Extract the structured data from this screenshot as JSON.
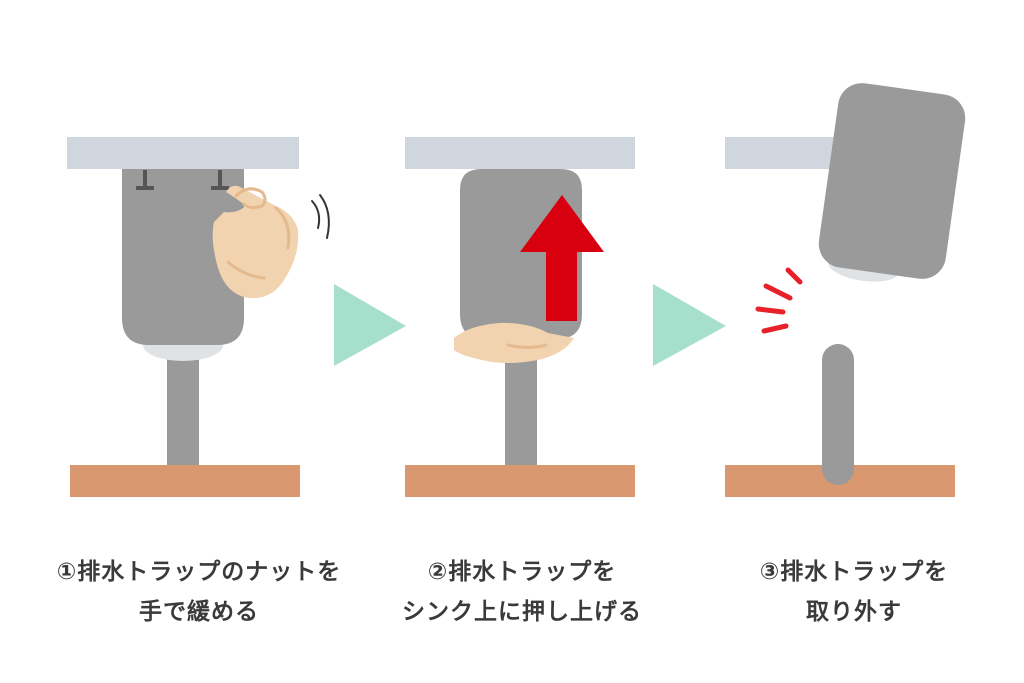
{
  "steps": [
    {
      "caption_line1": "①排水トラップのナットを",
      "caption_line2": "手で緩める"
    },
    {
      "caption_line1": "②排水トラップを",
      "caption_line2": "シンク上に押し上げる"
    },
    {
      "caption_line1": "③排水トラップを",
      "caption_line2": "取り外す"
    }
  ],
  "colors": {
    "sink_bottom": "#cfd6dd",
    "trap_body": "#9a9a9a",
    "trap_ring": "#dfe3e6",
    "floor_board": "#d9986f",
    "skin": "#f1d3b0",
    "skin_shadow": "#e4b98e",
    "arrow_red": "#d8000f",
    "next_arrow": "#a6e0cd",
    "impact_lines": "#e8202a"
  }
}
